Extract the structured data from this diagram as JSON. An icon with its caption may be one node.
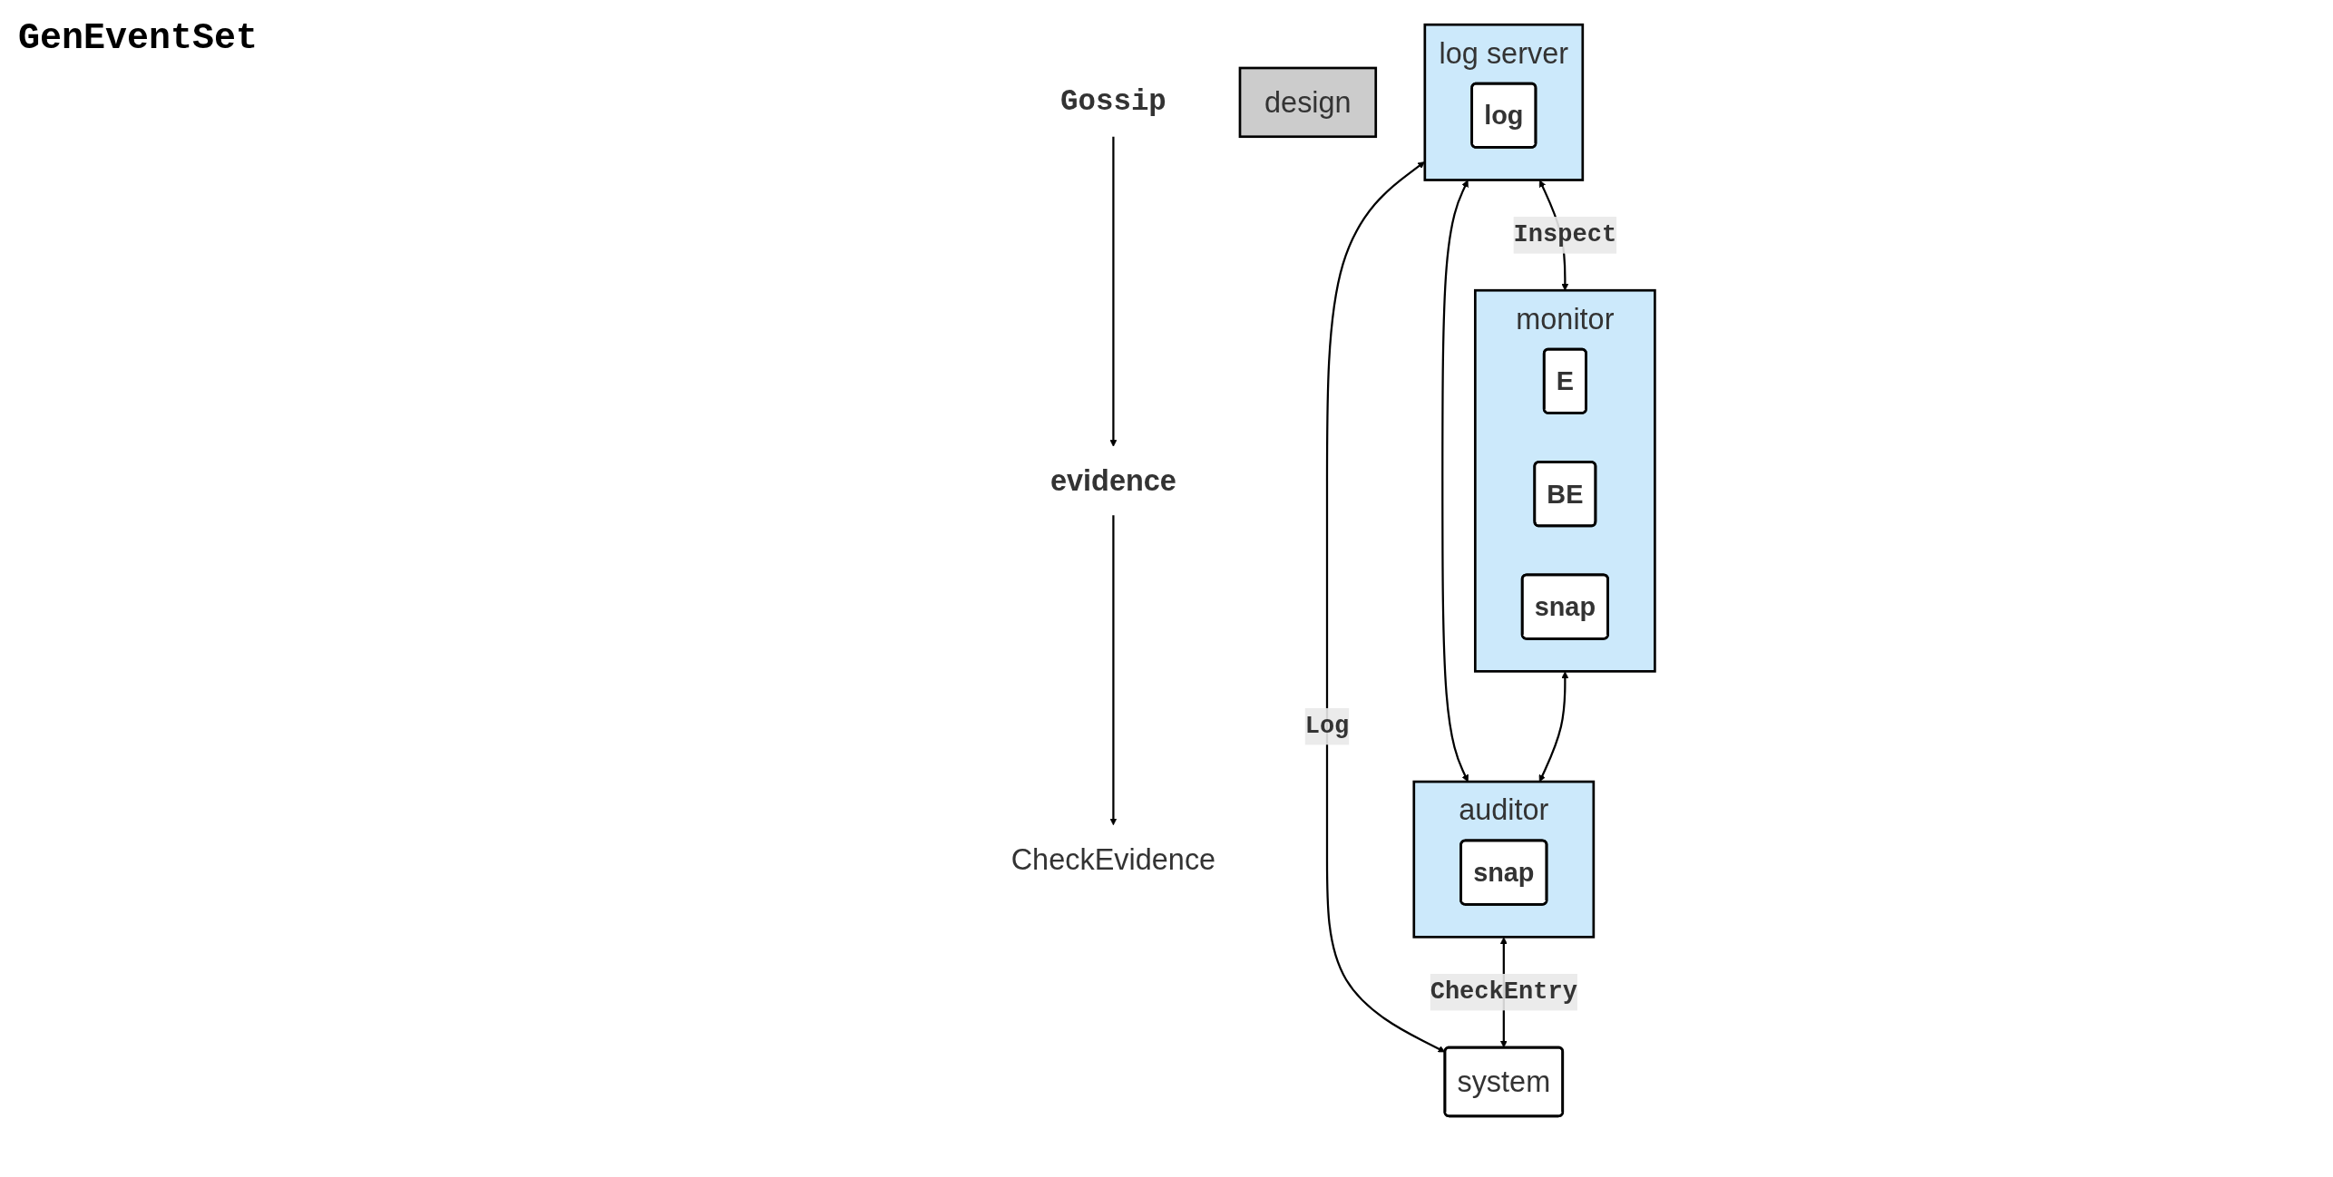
{
  "diagram": {
    "nodes": [
      {
        "text": [
          "system"
        ]
      },
      {
        "text": [
          "log server"
        ]
      },
      {
        "text": [
          "log"
        ],
        "in": 1
      },
      {
        "text": [
          "monitor"
        ]
      },
      {
        "text": [
          "E"
        ],
        "in": 3
      },
      {
        "text": [
          "BE"
        ],
        "in": 3
      },
      {
        "text": [
          "snap"
        ],
        "in": 3
      },
      {
        "text": [
          "auditor"
        ]
      },
      {
        "text": [
          "snap"
        ],
        "in": 7
      },
      {
        "text": [
          "CheckEvidence"
        ]
      },
      {
        "text": [
          "design"
        ]
      },
      {
        "text": [
          "Gossip"
        ]
      },
      {
        "text": [
          "evidence"
        ]
      }
    ],
    "edges": [
      {
        "from": 1,
        "to": 0,
        "arrow": "both",
        "label": "Log"
      },
      {
        "from": 7,
        "to": 0,
        "arrow": "both",
        "label": "CheckEntry"
      },
      {
        "from": 1,
        "to": 7,
        "arrow": "both"
      },
      {
        "from": 1,
        "to": 3,
        "arrow": "both",
        "label": "Inspect"
      },
      {
        "from": 3,
        "to": 7,
        "arrow": "both"
      },
      {
        "from": 11,
        "to": 12,
        "arrow": "to"
      },
      {
        "from": 12,
        "to": 9,
        "arrow": "to"
      }
    ],
    "labels": [
      "GenEventSet"
    ]
  }
}
